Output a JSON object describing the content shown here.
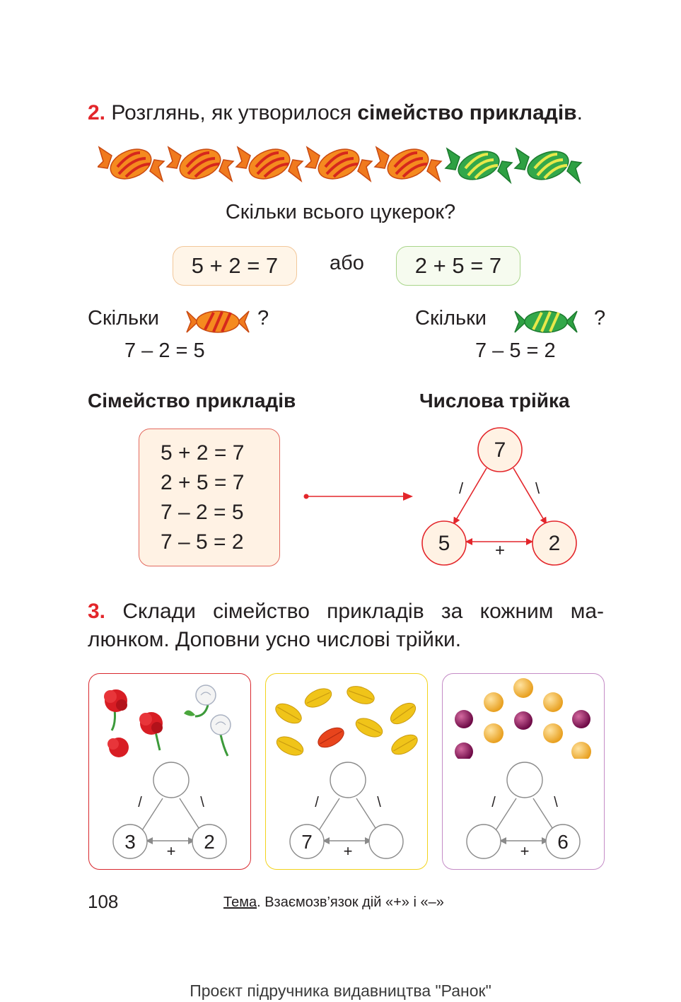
{
  "task2": {
    "number": "2.",
    "text_before": "Розглянь, як утворилося ",
    "text_bold": "сімейство прикладів",
    "text_after": "."
  },
  "candies": {
    "orange_count": 5,
    "green_count": 2,
    "colors": {
      "orange": "#f07a1e",
      "orange_stripe": "#d6281c",
      "green": "#2ea043",
      "green_stripe": "#e8e84a"
    }
  },
  "question_total": "Скільки всього цукерок?",
  "eq_box1": "5 + 2 = 7",
  "or_word": "або",
  "eq_box2": "2 + 5 = 7",
  "how_many_1": {
    "label": "Скільки",
    "qmark": "?",
    "equation": "7 – 2 = 5"
  },
  "how_many_2": {
    "label": "Скільки",
    "qmark": "?",
    "equation": "7 – 5 = 2"
  },
  "family_heading": "Сімейство прикладів",
  "triple_heading": "Числова трійка",
  "family_equations": [
    "5 + 2 = 7",
    "2 + 5 = 7",
    "7 – 2 = 5",
    "7 – 5 = 2"
  ],
  "triple_example": {
    "top": "7",
    "left": "5",
    "right": "2",
    "slash_left": "/",
    "slash_right": "\\",
    "plus": "+"
  },
  "task3": {
    "number": "3.",
    "line1": "Склади сімейство прикладів за кожним ма-",
    "line2": "люнком. Доповни усно числові трійки."
  },
  "panels": [
    {
      "name": "flowers",
      "left": "3",
      "right": "2",
      "top": "",
      "plus": "+",
      "slash_left": "/",
      "slash_right": "\\",
      "border": "#d8282e"
    },
    {
      "name": "leaves",
      "left": "7",
      "right": "",
      "top": "",
      "plus": "+",
      "slash_left": "/",
      "slash_right": "\\",
      "border": "#f2d31b"
    },
    {
      "name": "berries",
      "left": "",
      "right": "6",
      "top": "",
      "plus": "+",
      "slash_left": "/",
      "slash_right": "\\",
      "border": "#c48bc6"
    }
  ],
  "footer": {
    "page_number": "108",
    "topic_label": "Тема",
    "topic_text": ". Взаємозв’язок дій «+» і «–»",
    "publisher": "Проєкт підручника видавництва \"Ранок\""
  },
  "accent_red": "#e3262b"
}
